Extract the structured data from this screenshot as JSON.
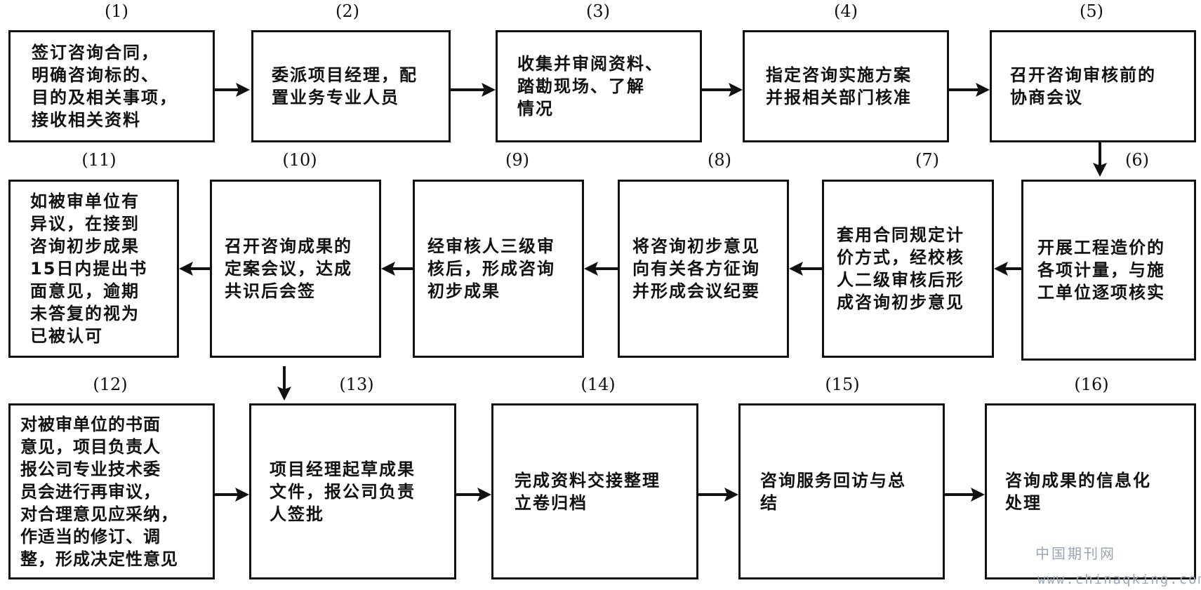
{
  "steps": [
    {
      "number": "(1)",
      "text": "签订咨询合同，\n明确咨询标的、\n目的及相关事项，\n接收相关资料"
    },
    {
      "number": "(2)",
      "text": "委派项目经理，配\n置业务专业人员"
    },
    {
      "number": "(3)",
      "text": "收集并审阅资料、\n踏勘现场、了解\n情况"
    },
    {
      "number": "(4)",
      "text": "指定咨询实施方案\n并报相关部门核准"
    },
    {
      "number": "(5)",
      "text": "召开咨询审核前的\n协商会议"
    },
    {
      "number": "(6)",
      "text": "开展工程造价的\n各项计量，与施\n工单位逐项核实"
    },
    {
      "number": "(7)",
      "text": "套用合同规定计\n价方式，经校核\n人二级审核后形\n成咨询初步意见"
    },
    {
      "number": "(8)",
      "text": "将咨询初步意见\n向有关各方征询\n并形成会议纪要"
    },
    {
      "number": "(9)",
      "text": "经审核人三级审\n核后，形成咨询\n初步成果"
    },
    {
      "number": "(10)",
      "text": "召开咨询成果的\n定案会议，达成\n共识后会签"
    },
    {
      "number": "(11)",
      "text": "如被审单位有\n异议，在接到\n咨询初步成果\n15日内提出书\n面意见，逾期\n未答复的视为\n已被认可"
    },
    {
      "number": "(12)",
      "text": "对被审单位的书面\n意见，项目负责人\n报公司专业技术委\n员会进行再审议，\n对合理意见应采纳，\n作适当的修订、调\n整，形成决定性意见"
    },
    {
      "number": "(13)",
      "text": "项目经理起草成果\n文件，报公司负责\n人签批"
    },
    {
      "number": "(14)",
      "text": "完成资料交接整理\n立卷归档"
    },
    {
      "number": "(15)",
      "text": "咨询服务回访与总\n结"
    },
    {
      "number": "(16)",
      "text": "咨询成果的信息化\n处理"
    }
  ],
  "watermark": {
    "site_name": "中国期刊网",
    "url": "www.chinaqking.com"
  }
}
